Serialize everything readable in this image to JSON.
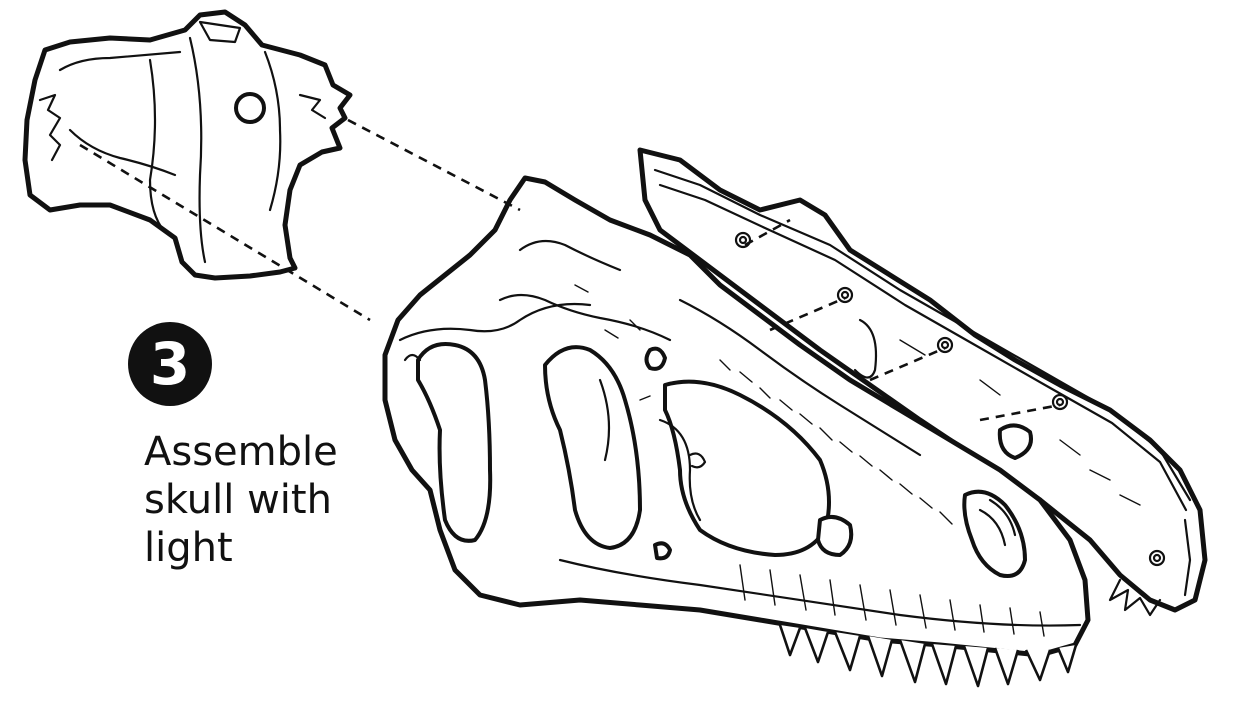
{
  "step": {
    "number": "3",
    "lines": [
      "Assemble",
      "skull with",
      "light"
    ]
  },
  "illustration": {
    "parts": [
      "light-module",
      "skull-left-half",
      "skull-right-half"
    ],
    "line_color": "#111111",
    "background": "#ffffff"
  }
}
